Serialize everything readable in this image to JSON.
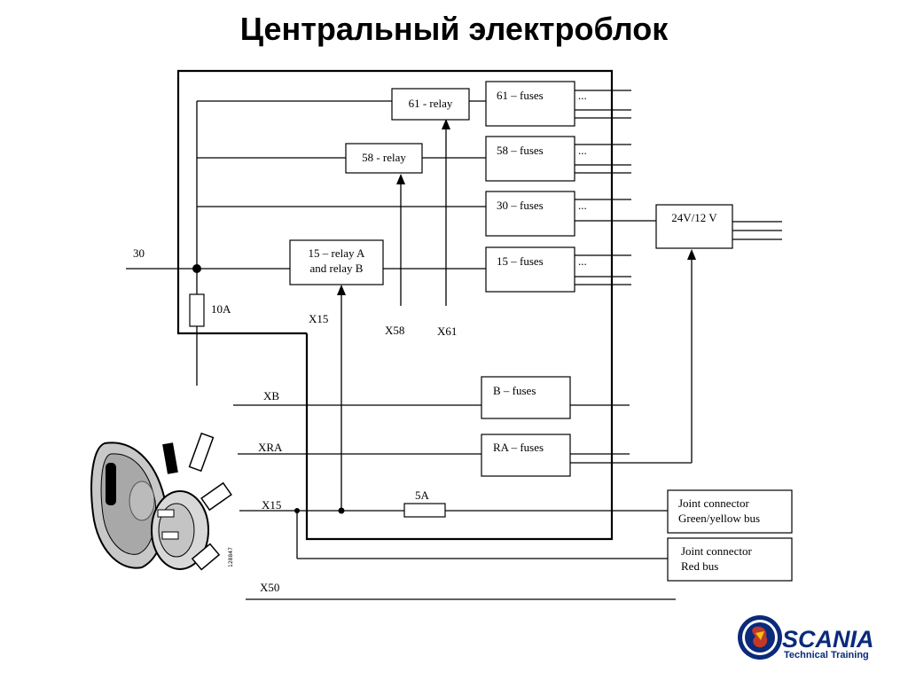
{
  "title": "Центральный электроблок",
  "blocks": {
    "relay61": "61 - relay",
    "relay58": "58 - relay",
    "relay15_line1": "15 – relay A",
    "relay15_line2": "and relay B",
    "fuses61": "61 – fuses",
    "fuses58": "58 – fuses",
    "fuses30": "30 – fuses",
    "fuses15": "15 – fuses",
    "fusesB": "B – fuses",
    "fusesRA": "RA – fuses",
    "converter": "24V/12 V",
    "joint1_line1": "Joint connector",
    "joint1_line2": "Green/yellow bus",
    "joint2_line1": "Joint connector",
    "joint2_line2": "Red bus",
    "ellipsis": "..."
  },
  "labels": {
    "in30": "30",
    "fuse10a": "10A",
    "x15_top": "X15",
    "x58": "X58",
    "x61": "X61",
    "xb": "XB",
    "xra": "XRA",
    "x15": "X15",
    "fuse5a": "5A",
    "x50": "X50",
    "part_no": "128847"
  },
  "logo": {
    "brand": "SCANIA",
    "subtitle": "Technical Training"
  },
  "colors": {
    "logo_blue": "#0a2a7a",
    "logo_red": "#c0392b"
  }
}
